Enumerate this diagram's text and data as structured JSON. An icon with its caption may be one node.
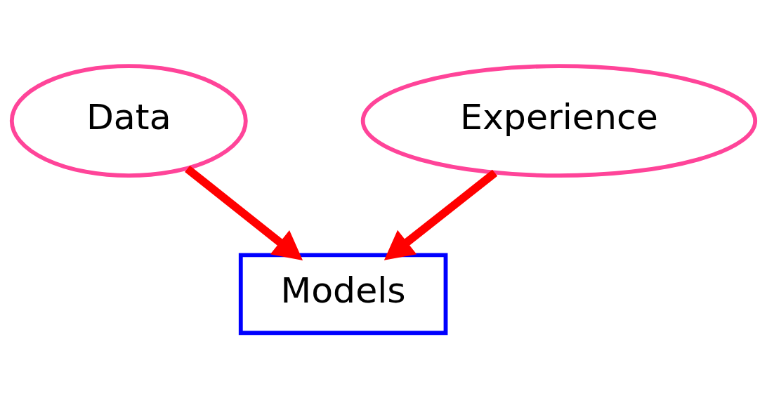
{
  "diagram": {
    "nodes": [
      {
        "text": [
          "Data"
        ]
      },
      {
        "text": [
          "Experience"
        ]
      },
      {
        "text": [
          "Models"
        ]
      }
    ],
    "edges": [
      {
        "from": 0,
        "to": 2,
        "arrow": "to",
        "color": "#ff0000"
      },
      {
        "from": 1,
        "to": 2,
        "arrow": "to",
        "color": "#ff0000"
      }
    ]
  }
}
